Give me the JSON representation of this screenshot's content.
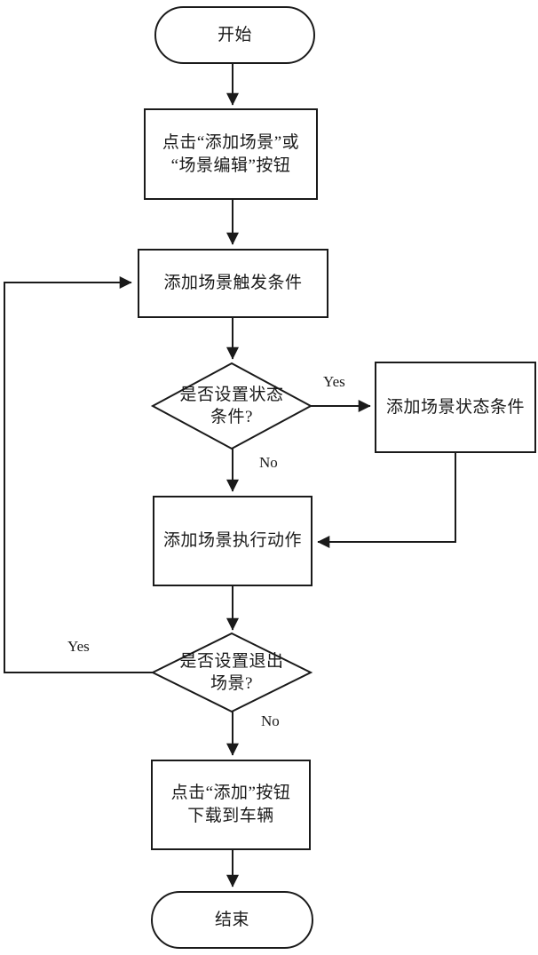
{
  "flowchart": {
    "nodes": {
      "start": {
        "label": "开始"
      },
      "click_add_scene": {
        "label": "点击“添加场景”或\n“场景编辑”按钮"
      },
      "add_trigger": {
        "label": "添加场景触发条件"
      },
      "decision_state": {
        "label": "是否设置状态\n条件?"
      },
      "add_state_condition": {
        "label": "添加场景状态条件"
      },
      "add_action": {
        "label": "添加场景执行动作"
      },
      "decision_exit": {
        "label": "是否设置退出\n场景?"
      },
      "click_add_download": {
        "label": "点击“添加”按钮\n下载到车辆"
      },
      "end": {
        "label": "结束"
      }
    },
    "edge_labels": {
      "decision_state_yes": "Yes",
      "decision_state_no": "No",
      "decision_exit_yes": "Yes",
      "decision_exit_no": "No"
    },
    "colors": {
      "stroke": "#1a1a1a",
      "background": "#ffffff",
      "text": "#1a1a1a"
    }
  }
}
